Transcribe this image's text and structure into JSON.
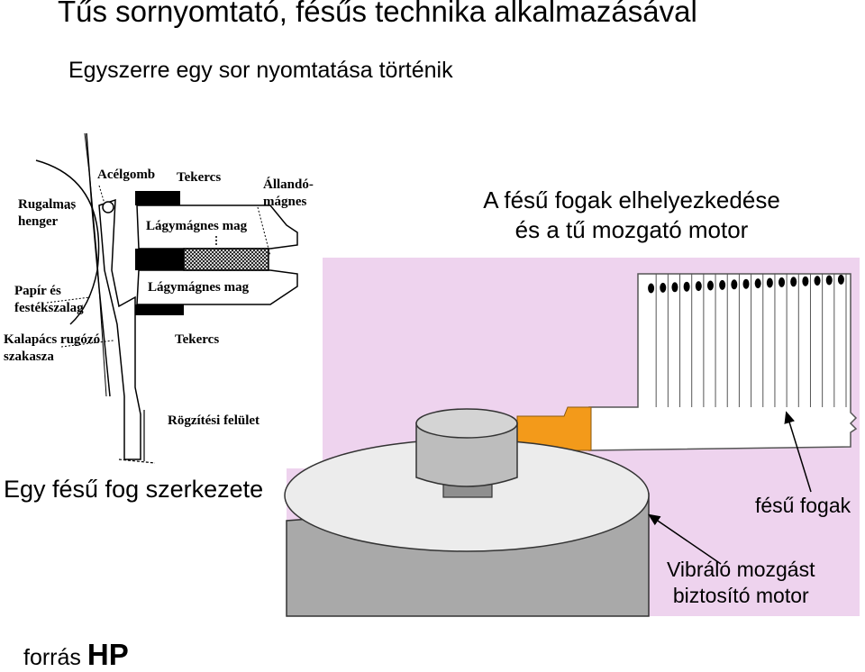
{
  "title": "Tűs sornyomtató, fésűs technika alkalmazásával",
  "subtitle": "Egyszerre egy sor nyomtatása történik",
  "right_heading": [
    "A fésű fogak elhelyezkedése",
    "és a tű mozgató motor"
  ],
  "left_caption": "Egy fésű fog szerkezete",
  "source": {
    "prefix": "forrás ",
    "brand": "HP"
  },
  "tooth_diagram": {
    "labels": {
      "rugalmas_henger": [
        "Rugalmas",
        "henger"
      ],
      "acelgomb": "Acélgomb",
      "tekercs_top": "Tekercs",
      "allando_magnes": [
        "Állandó-",
        "mágnes"
      ],
      "lagymagnes_mag_top": "Lágymágnes mag",
      "papir": [
        "Papír és",
        "festékszalag"
      ],
      "lagymagnes_mag_bottom": "Lágymágnes mag",
      "kalapacs": [
        "Kalapács rugózó",
        "szakasza"
      ],
      "tekercs_bottom": "Tekercs",
      "rogzitesi": "Rögzítési felület"
    }
  },
  "motor_diagram": {
    "labels": {
      "comb_teeth": "fésű fogak",
      "motor": [
        "Vibráló mozgást",
        "biztosító motor"
      ]
    },
    "tooth_count": 17,
    "colors": {
      "background": "#eed3ee",
      "disc": "#a9a9a9",
      "disc_top": "#ececec",
      "hub": "#bdbdbd",
      "coupler": "#f39a1a"
    }
  }
}
